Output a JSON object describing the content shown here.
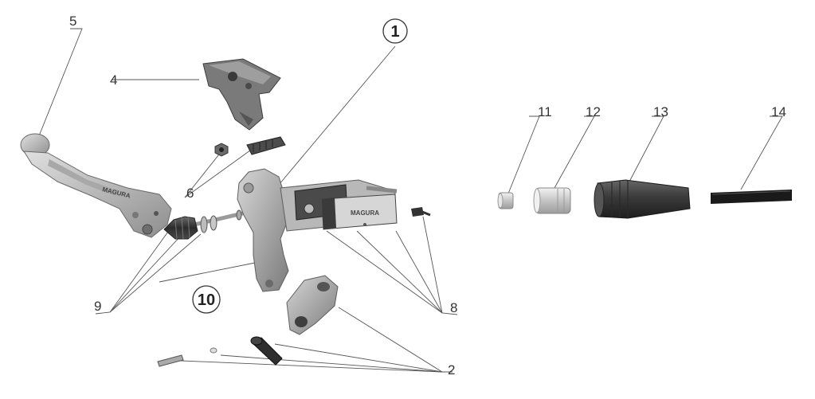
{
  "labels": {
    "l1": "1",
    "l2": "2",
    "l4": "4",
    "l5": "5",
    "l6": "6",
    "l8": "8",
    "l9": "9",
    "l10": "10",
    "l11": "11",
    "l12": "12",
    "l13": "13",
    "l14": "14"
  },
  "brand": {
    "lever_text": "MAGURA",
    "body_text": "MAGURA"
  },
  "colors": {
    "part_light": "#c9c9c9",
    "part_mid": "#9a9a9a",
    "part_dark": "#4a4a4a",
    "cover": "#3a3a3a",
    "line": "#555555"
  }
}
